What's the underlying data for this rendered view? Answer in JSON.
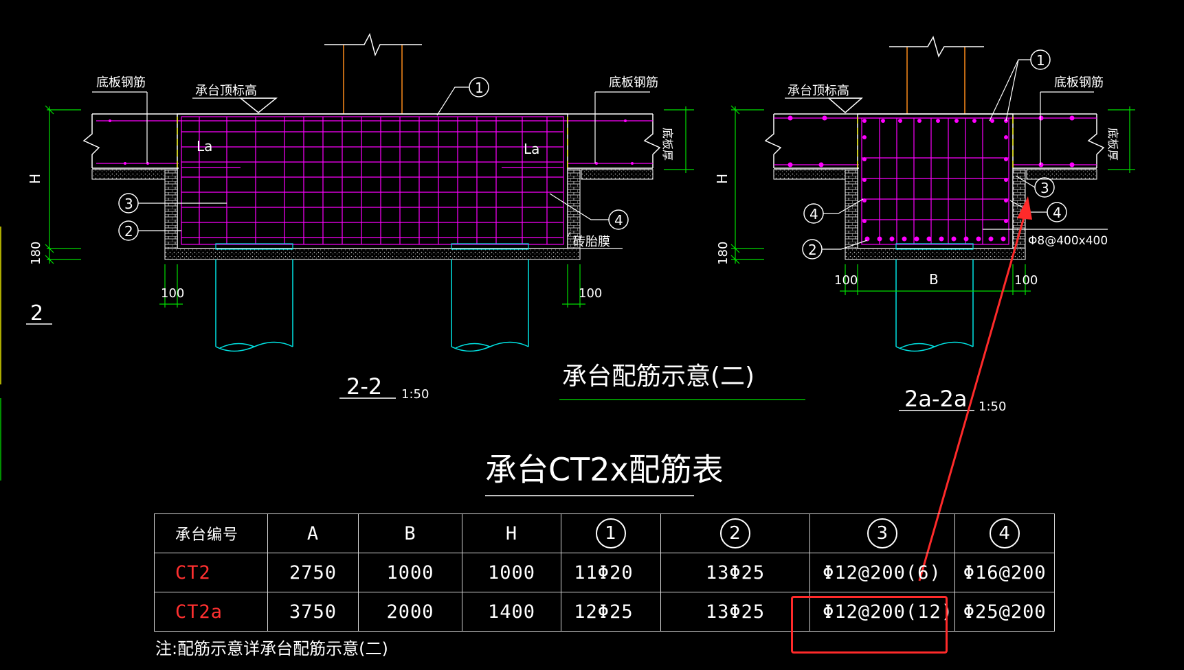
{
  "left_section": {
    "label_bottom_rebar": "底板钢筋",
    "label_top_elevation": "承台顶标高",
    "label_la_left": "La",
    "label_la_right": "La",
    "label_bottom_rebar_right": "底板钢筋",
    "label_slab_thickness": "底板厚",
    "label_h": "H",
    "label_180": "180",
    "label_100_left": "100",
    "label_100_right": "100",
    "label_brick_membrane": "砖胎膜",
    "callout_1": "1",
    "callout_2": "2",
    "callout_3": "3",
    "callout_4": "4",
    "section_title": "2-2",
    "section_scale": "1:50"
  },
  "right_section": {
    "label_top_elevation": "承台顶标高",
    "label_bottom_rebar": "底板钢筋",
    "label_slab_thickness": "底板厚",
    "label_h": "H",
    "label_180": "180",
    "label_100_left": "100",
    "label_100_right": "100",
    "label_b": "B",
    "label_phi8": "Φ8@400x400",
    "callout_1": "1",
    "callout_2": "2",
    "callout_3": "3",
    "callout_4a": "4",
    "callout_4b": "4",
    "section_title": "2a-2a",
    "section_scale": "1:50"
  },
  "side_label": "2",
  "drawing_title": "承台配筋示意(二)",
  "table_title": "承台CT2x配筋表",
  "table": {
    "headers": [
      "承台编号",
      "A",
      "B",
      "H",
      "1",
      "2",
      "3",
      "4"
    ],
    "rows": [
      [
        "CT2",
        "2750",
        "1000",
        "1000",
        "11Φ20",
        "13Φ25",
        "Φ12@200(6)",
        "Φ16@200"
      ],
      [
        "CT2a",
        "3750",
        "2000",
        "1400",
        "12Φ25",
        "13Φ25",
        "Φ12@200(12)",
        "Φ25@200"
      ]
    ]
  },
  "note": "注:配筋示意详承台配筋示意(二)",
  "colors": {
    "rebar": "#ff00ff",
    "dimension": "#00ff00",
    "pile": "#00e5e5",
    "column": "#ff8c1a",
    "annotation": "#ff2a2a",
    "background": "#000000"
  }
}
